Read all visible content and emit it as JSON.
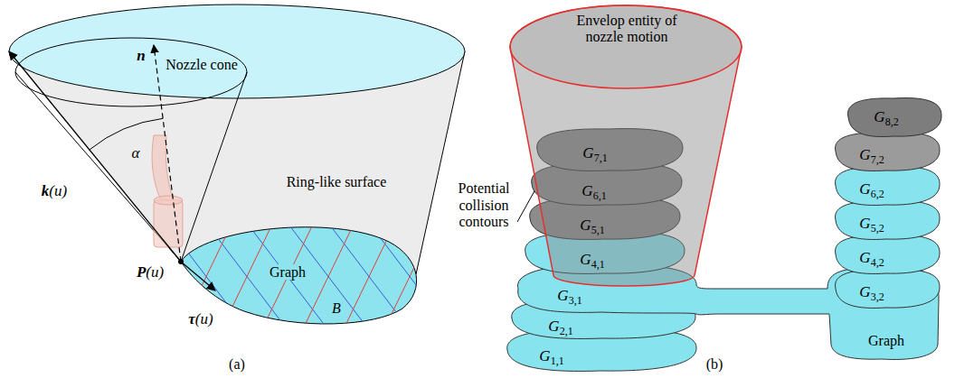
{
  "diagram": {
    "nodes": [
      {
        "text": [
          "G1,1"
        ]
      },
      {
        "text": [
          "G2,1"
        ]
      },
      {
        "text": [
          "G3,1"
        ]
      },
      {
        "text": [
          "G4,1"
        ]
      },
      {
        "text": [
          "G5,1"
        ]
      },
      {
        "text": [
          "G6,1"
        ]
      },
      {
        "text": [
          "G7,1"
        ]
      },
      {
        "text": [
          "G3,2"
        ]
      },
      {
        "text": [
          "G4,2"
        ]
      },
      {
        "text": [
          "G5,2"
        ]
      },
      {
        "text": [
          "G6,2"
        ]
      },
      {
        "text": [
          "G7,2"
        ]
      },
      {
        "text": [
          "G8,2"
        ]
      },
      {
        "text": [
          "Envelop entity of nozzle motion"
        ]
      }
    ],
    "labels": [
      "Nozzle cone",
      "n",
      "α",
      "k(u)",
      "Ring-like surface",
      "Graph",
      "P(u)",
      "τ(u)",
      "B",
      "(a)",
      "Potential collision contours",
      "Graph",
      "(b)"
    ]
  }
}
